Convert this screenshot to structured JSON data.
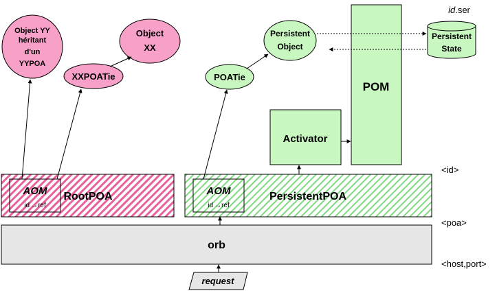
{
  "colors": {
    "pink_fill": "#f7a0c8",
    "pink_hatch": "#e8609c",
    "green_fill": "#c8f7c0",
    "green_hatch": "#80d880",
    "orb_fill": "#e6e6e6",
    "stroke": "#000000"
  },
  "nodes": {
    "object_yy": {
      "lines": [
        "Object YY",
        "héritant",
        "d'un",
        "YYPOA"
      ]
    },
    "object_xx": {
      "lines": [
        "Object",
        "XX"
      ]
    },
    "xxpoatie": {
      "label": "XXPOATie"
    },
    "persistent_object": {
      "lines": [
        "Persistent",
        "Object"
      ]
    },
    "poatie": {
      "label": "POATie"
    },
    "pom": {
      "label": "POM"
    },
    "activator": {
      "label": "Activator"
    },
    "persistent_state": {
      "lines": [
        "Persistent",
        "State"
      ]
    },
    "id_ser": {
      "italic": "id",
      "rest": ".ser"
    }
  },
  "root_poa": {
    "label": "RootPOA",
    "aom": {
      "title": "AOM",
      "sub_prefix": "id",
      "arrow": "→",
      "sub_suffix": "ref"
    }
  },
  "persistent_poa": {
    "label": "PersistentPOA",
    "aom": {
      "title": "AOM",
      "sub_prefix": "id",
      "arrow": "→",
      "sub_suffix": "ref"
    }
  },
  "orb": {
    "label": "orb"
  },
  "request": {
    "label": "request"
  },
  "side_labels": {
    "id": "<id>",
    "poa": "<poa>",
    "host_port": "<host,port>"
  }
}
